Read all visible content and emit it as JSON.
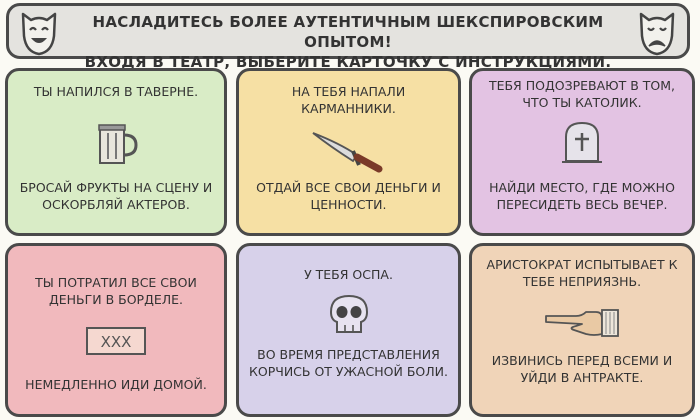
{
  "banner": {
    "line1": "НАСЛАДИТЕСЬ БОЛЕЕ АУТЕНТИЧНЫМ ШЕКСПИРОВСКИМ ОПЫТОМ!",
    "line2": "ВХОДЯ В ТЕАТР, ВЫБЕРИТЕ КАРТОЧКУ С ИНСТРУКЦИЯМИ."
  },
  "cards": [
    {
      "situation": "Ты напился в таверне.",
      "instruction": "Бросай фрукты на сцену и оскорбляй актеров.",
      "icon": "beer-mug-icon"
    },
    {
      "situation": "На тебя напали карманники.",
      "instruction": "Отдай все свои деньги и ценности.",
      "icon": "dagger-icon"
    },
    {
      "situation": "Тебя подозревают в том, что ты католик.",
      "instruction": "Найди место, где можно пересидеть весь вечер.",
      "icon": "tombstone-icon"
    },
    {
      "situation": "Ты потратил все свои деньги в борделе.",
      "instruction": "Немедленно иди домой.",
      "icon": "xxx-sign-icon",
      "icon_text": "XXX"
    },
    {
      "situation": "У тебя оспа.",
      "instruction": "Во время представления корчись от ужасной боли.",
      "icon": "skull-icon"
    },
    {
      "situation": "Аристократ испытывает к тебе неприязнь.",
      "instruction": "Извинись перед всеми и уйди в антракте.",
      "icon": "pointing-hand-icon"
    }
  ],
  "colors": {
    "banner": "#e4e3df",
    "card1": "#d9ecc6",
    "card2": "#f6e0a4",
    "card3": "#e3c3e3",
    "card4": "#f1b9bd",
    "card5": "#d7d1ea",
    "card6": "#f0d4b8",
    "outline": "#4a4a4a"
  }
}
